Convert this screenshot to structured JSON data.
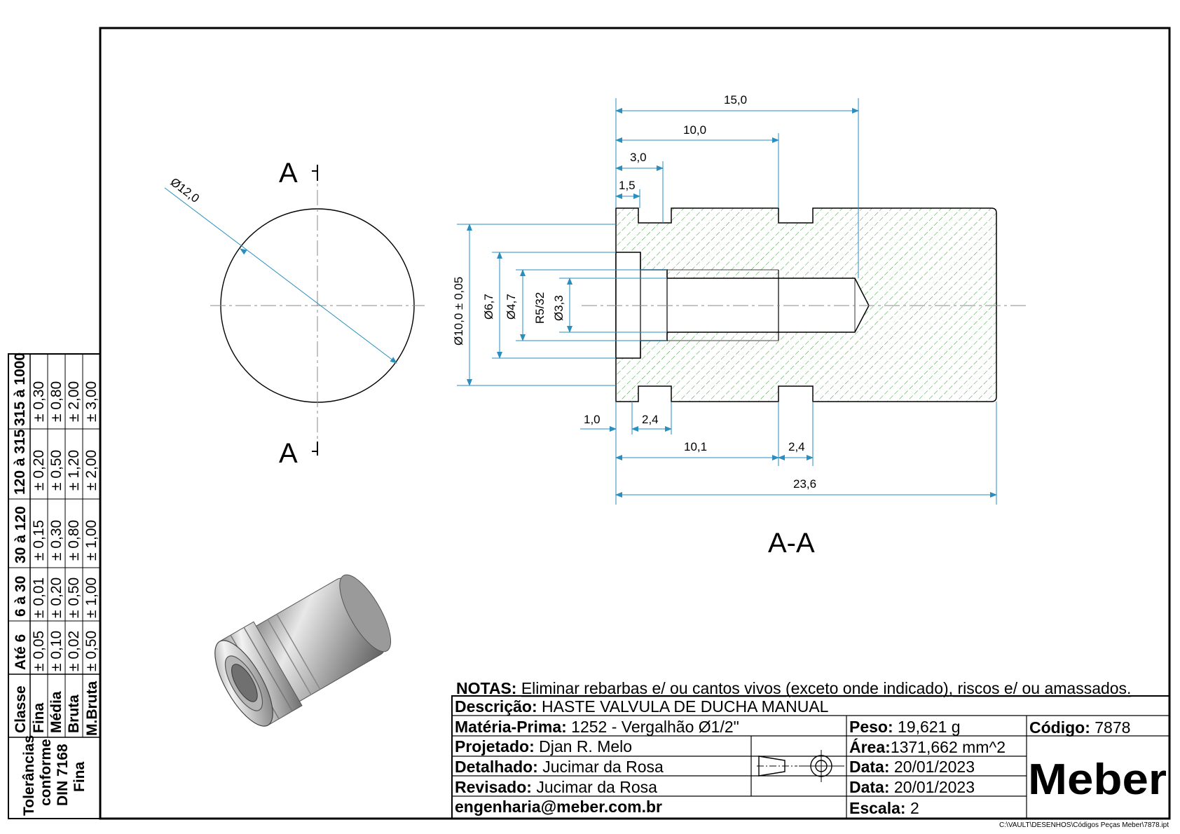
{
  "section_views": {
    "section_label_top": "A",
    "section_label_bottom": "A",
    "section_title": "A-A"
  },
  "dimensions": {
    "circle_diameter": "Ø12,0",
    "len_15": "15,0",
    "len_10": "10,0",
    "len_3": "3,0",
    "len_1_5": "1,5",
    "dia_outer": "Ø10,0 ± 0,05",
    "dia_counterbore": "Ø6,7",
    "dia_thread_major": "Ø4,7",
    "thread_spec": "R5/32",
    "dia_drill": "Ø3,3",
    "len_1_0": "1,0",
    "groove_width_1": "2,4",
    "len_10_1": "10,1",
    "groove_width_2": "2,4",
    "len_total": "23,6"
  },
  "tolerance_table": {
    "heading": [
      "Tolerâncias",
      "conforme",
      "DIN 7168",
      "Fina"
    ],
    "class_label": "Classe",
    "classes": [
      "Fina",
      "Média",
      "Bruta",
      "M.Bruta"
    ],
    "ranges": [
      {
        "label": "Até 6",
        "values": [
          "± 0,05",
          "± 0,10",
          "± 0,02",
          "± 0,50"
        ]
      },
      {
        "label": "6 à 30",
        "values": [
          "± 0,01",
          "± 0,20",
          "± 0,50",
          "± 1,00"
        ]
      },
      {
        "label": "30 à 120",
        "values": [
          "± 0,15",
          "± 0,30",
          "± 0,80",
          "± 1,00"
        ]
      },
      {
        "label": "120 à 315",
        "values": [
          "± 0,20",
          "± 0,50",
          "± 1,20",
          "± 2,00"
        ]
      },
      {
        "label": "315 à 1000",
        "values": [
          "± 0,30",
          "± 0,80",
          "± 2,00",
          "± 3,00"
        ]
      }
    ]
  },
  "title_block": {
    "notes_label": "NOTAS:",
    "notes_text": "Eliminar rebarbas e/ ou cantos vivos (exceto onde indicado), riscos e/ ou amassados.",
    "description_label": "Descrição:",
    "description_value": "HASTE VALVULA DE DUCHA MANUAL",
    "material_label": "Matéria-Prima:",
    "material_value": "1252 - Vergalhão Ø1/2\"",
    "weight_label": "Peso:",
    "weight_value": "19,621 g",
    "code_label": "Código:",
    "code_value": "7878",
    "designed_label": "Projetado:",
    "designed_value": "Djan R. Melo",
    "area_label": "Área:",
    "area_value": "1371,662 mm^2",
    "detailed_label": "Detalhado:",
    "detailed_value": "Jucimar da Rosa",
    "date1_label": "Data:",
    "date1_value": "20/01/2023",
    "revised_label": "Revisado:",
    "revised_value": "Jucimar da Rosa",
    "date2_label": "Data:",
    "date2_value": "20/01/2023",
    "email": "engenharia@meber.com.br",
    "scale_label": "Escala:",
    "scale_value": "2",
    "company_logo": "Meber",
    "file_path": "C:\\VAULT\\DESENHOS\\Códigos Peças Meber\\7878.ipt"
  }
}
